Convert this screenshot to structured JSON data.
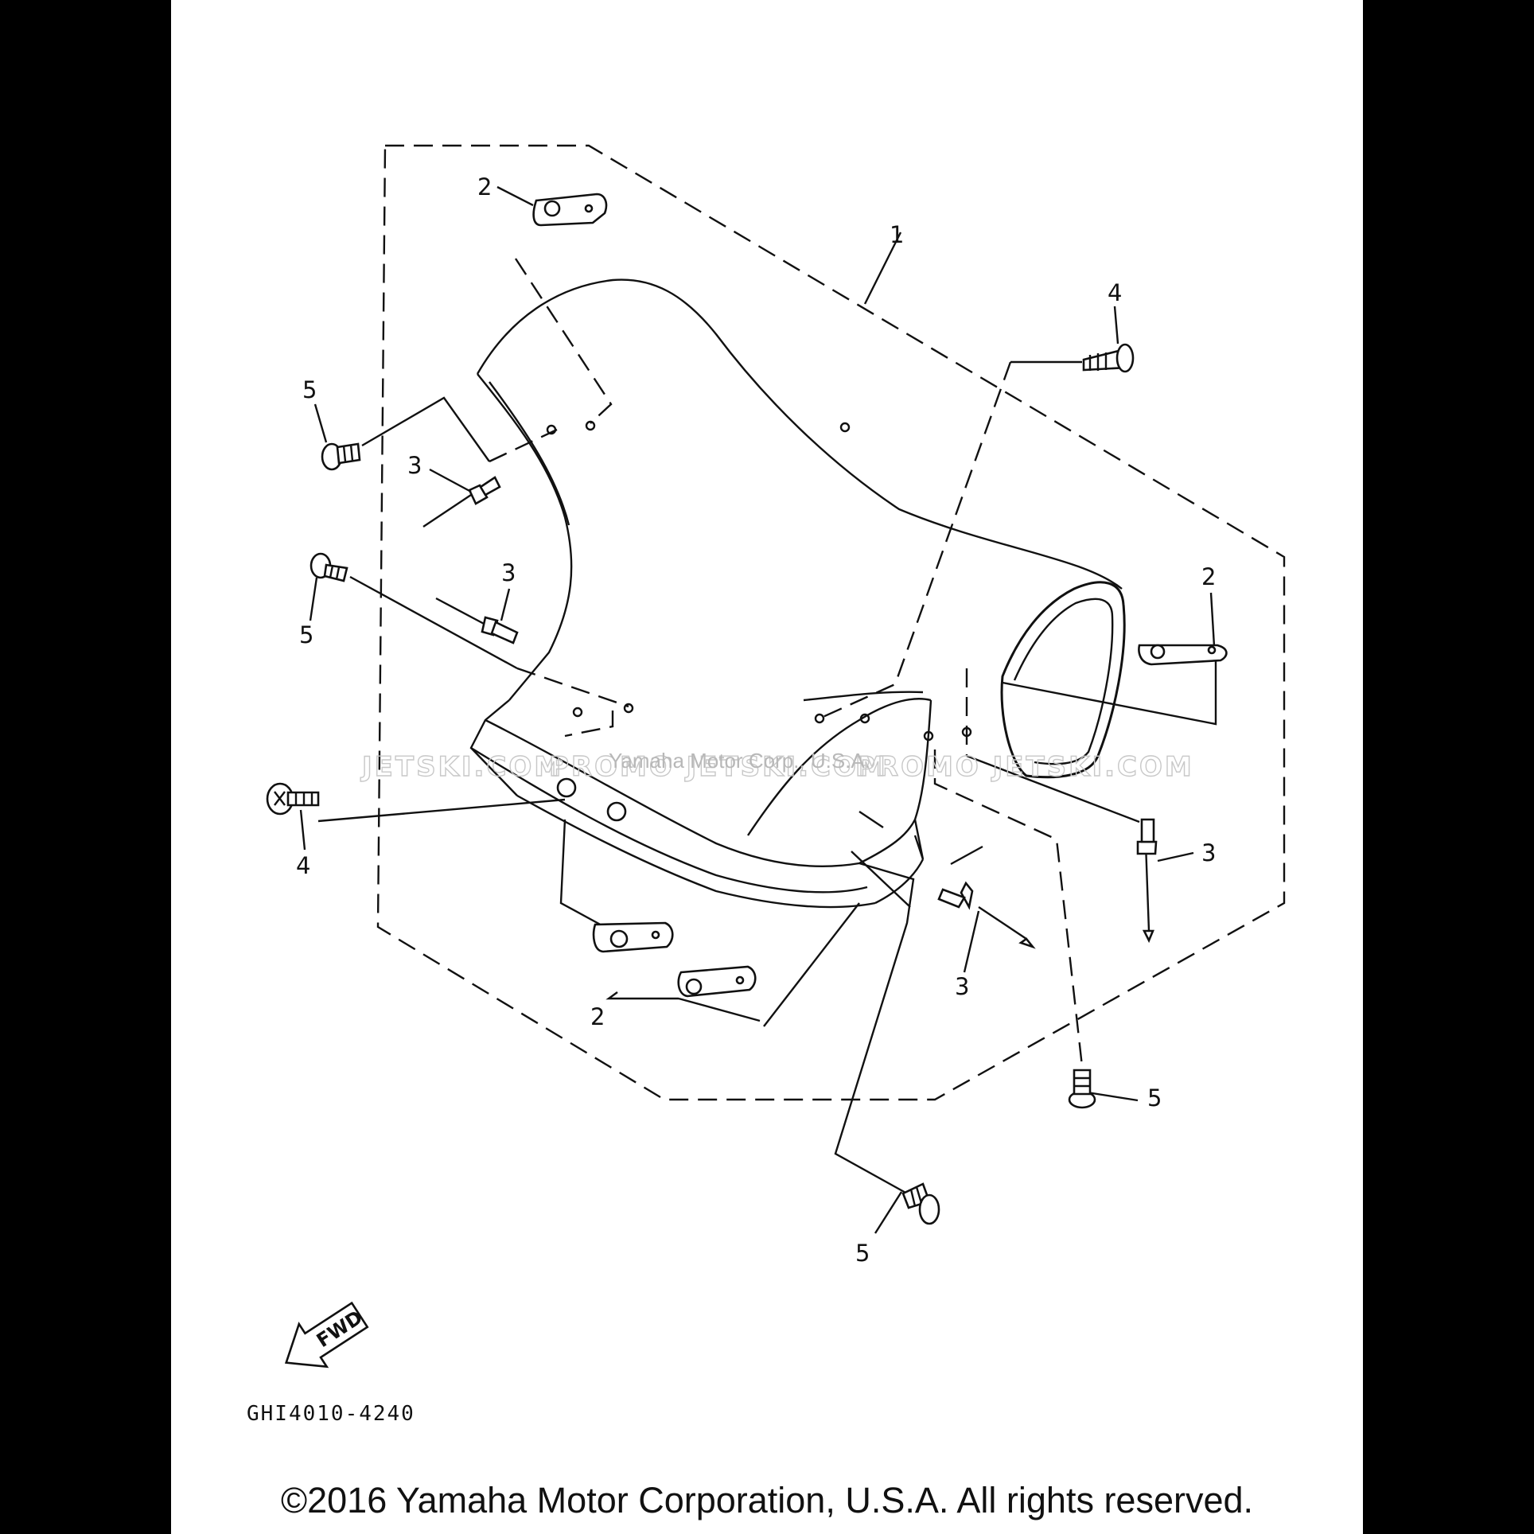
{
  "diagram": {
    "code": "GHI4010-4240",
    "fwd_label": "FWD",
    "callouts": {
      "c1": "1",
      "c2a": "2",
      "c2b": "2",
      "c2c": "2",
      "c3a": "3",
      "c3b": "3",
      "c3c": "3",
      "c3d": "3",
      "c4a": "4",
      "c4b": "4",
      "c5a": "5",
      "c5b": "5",
      "c5c": "5",
      "c5d": "5"
    }
  },
  "watermark": {
    "left": "JETSKI.COM",
    "mid": "PROMO JETSKI.COM",
    "right": "PROMO JETSKI.COM",
    "overlay": "Yamaha Motor Corp., U.S.A."
  },
  "footer": {
    "copyright": "©2016 Yamaha Motor Corporation, U.S.A. All rights reserved."
  }
}
